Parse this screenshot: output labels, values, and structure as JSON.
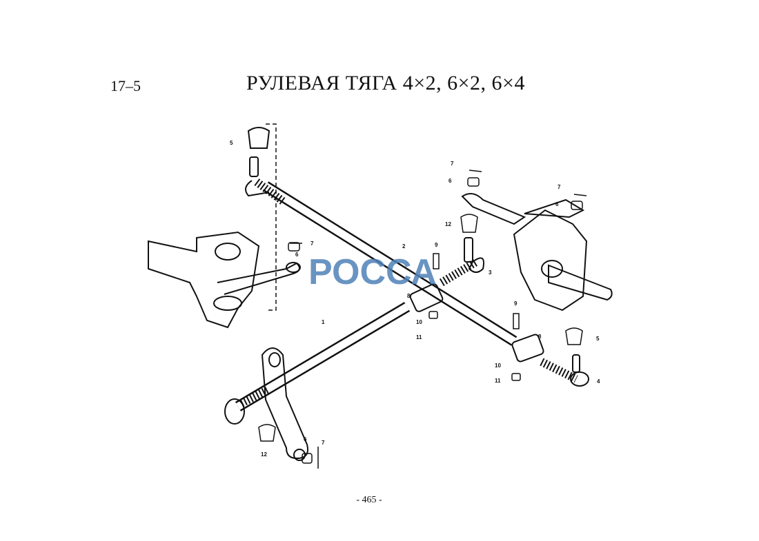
{
  "header": {
    "sheet_id": "17–5",
    "title": "РУЛЕВАЯ   ТЯГА 4×2, 6×2, 6×4"
  },
  "footer": {
    "page_number": "- 465 -"
  },
  "watermark": "РОССА",
  "callouts": [
    {
      "id": "c5a",
      "label": "5"
    },
    {
      "id": "c7a",
      "label": "7"
    },
    {
      "id": "c6a",
      "label": "6"
    },
    {
      "id": "c12a",
      "label": "12"
    },
    {
      "id": "c7b",
      "label": "7"
    },
    {
      "id": "c6b",
      "label": "6"
    },
    {
      "id": "c7c",
      "label": "7"
    },
    {
      "id": "c6c",
      "label": "6"
    },
    {
      "id": "c2",
      "label": "2"
    },
    {
      "id": "c9a",
      "label": "9"
    },
    {
      "id": "c3",
      "label": "3"
    },
    {
      "id": "c8a",
      "label": "8"
    },
    {
      "id": "c10a",
      "label": "10"
    },
    {
      "id": "c11a",
      "label": "11"
    },
    {
      "id": "c1",
      "label": "1"
    },
    {
      "id": "c9b",
      "label": "9"
    },
    {
      "id": "c8b",
      "label": "8"
    },
    {
      "id": "c5b",
      "label": "5"
    },
    {
      "id": "c10b",
      "label": "10"
    },
    {
      "id": "c11b",
      "label": "11"
    },
    {
      "id": "c4",
      "label": "4"
    },
    {
      "id": "c12b",
      "label": "12"
    },
    {
      "id": "c6d",
      "label": "6"
    },
    {
      "id": "c7d",
      "label": "7"
    }
  ]
}
